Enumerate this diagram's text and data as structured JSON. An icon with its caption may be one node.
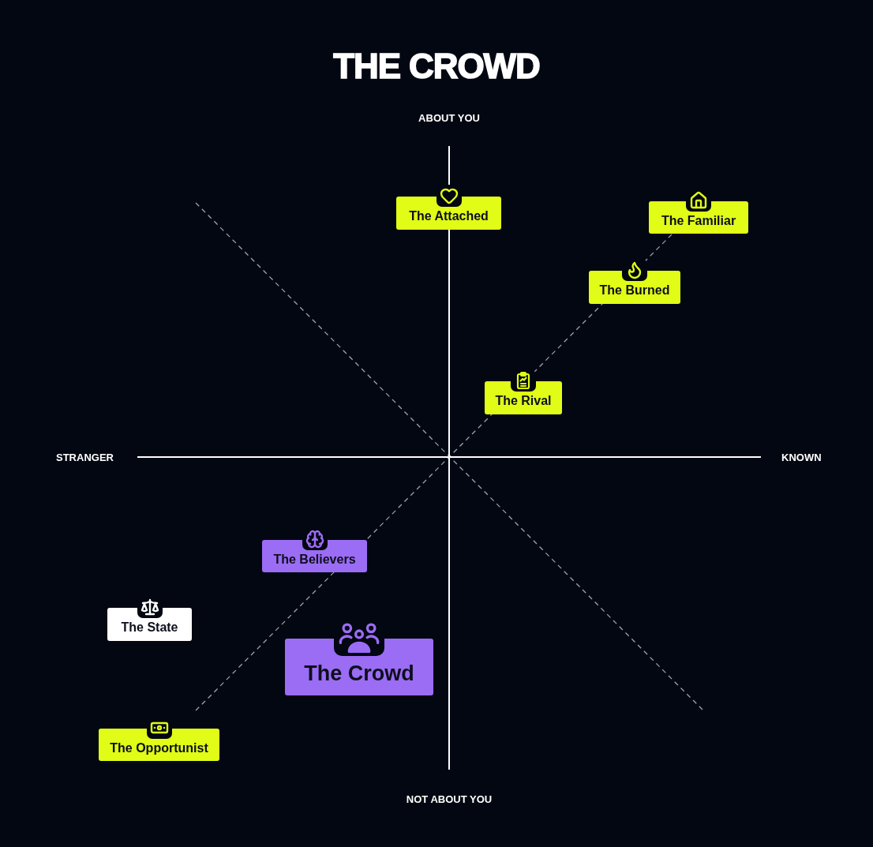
{
  "diagram": {
    "title": "THE CROWD",
    "nodes": [
      {
        "text": [
          "The Attached"
        ]
      },
      {
        "text": [
          "The Familiar"
        ]
      },
      {
        "text": [
          "The Burned"
        ]
      },
      {
        "text": [
          "The Rival"
        ]
      },
      {
        "text": [
          "The Believers"
        ]
      },
      {
        "text": [
          "The State"
        ]
      },
      {
        "text": [
          "The Crowd"
        ]
      },
      {
        "text": [
          "The Opportunist"
        ]
      }
    ],
    "labels": [
      "ABOUT YOU",
      "STRANGER",
      "KNOWN",
      "NOT ABOUT YOU"
    ]
  }
}
